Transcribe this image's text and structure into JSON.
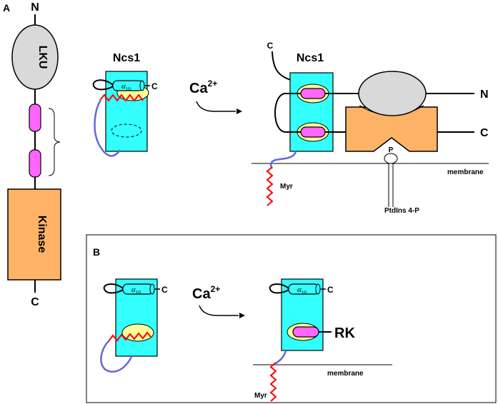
{
  "panel_a": {
    "label": "A",
    "domain_bar": {
      "n_terminus": "N",
      "c_terminus": "C",
      "lku_label": "LKU",
      "kinase_label": "Kinase"
    },
    "ncs1_free": {
      "title": "Ncs1",
      "helix_label": "α",
      "helix_subscript": "10",
      "c_label": "C"
    },
    "arrow": {
      "ion": "Ca",
      "charge": "2+"
    },
    "complex": {
      "title": "Ncs1",
      "c_tail_label": "C",
      "n_label": "N",
      "c_label": "C",
      "phosphate_label": "P",
      "membrane_label": "membrane",
      "myr_label": "Myr",
      "lipid_label": "PtdIns 4-P"
    }
  },
  "panel_b": {
    "label": "B",
    "left": {
      "helix_label": "α",
      "helix_subscript": "10",
      "c_label": "C"
    },
    "arrow": {
      "ion": "Ca",
      "charge": "2+"
    },
    "right": {
      "helix_label": "α",
      "helix_subscript": "10",
      "c_label": "C",
      "rk_label": "RK",
      "membrane_label": "membrane",
      "myr_label": "Myr"
    }
  },
  "colors": {
    "cyan_box": "#33FFFF",
    "magenta": "#FF66FF",
    "yellow": "#FFFF99",
    "orange": "#FFB366",
    "gray": "#D9D9D9",
    "myr_red": "#FF0000",
    "linker_blue": "#6666DD"
  }
}
